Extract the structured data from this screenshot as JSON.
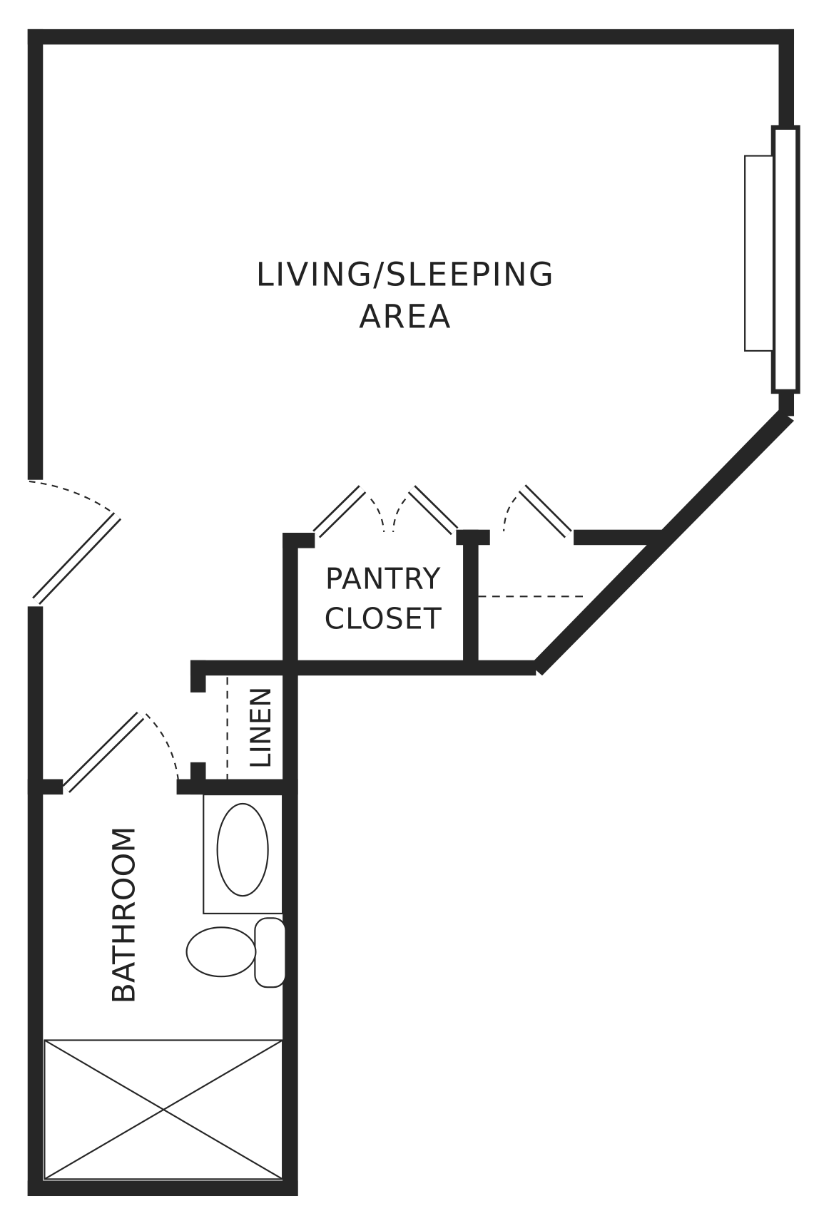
{
  "rooms": {
    "living": {
      "line1": "LIVING/SLEEPING",
      "line2": "AREA"
    },
    "pantry": {
      "line1": "PANTRY",
      "line2": "CLOSET"
    },
    "linen": "LINEN",
    "bathroom": "BATHROOM"
  },
  "colors": {
    "wall": "#262626",
    "background": "#ffffff"
  }
}
